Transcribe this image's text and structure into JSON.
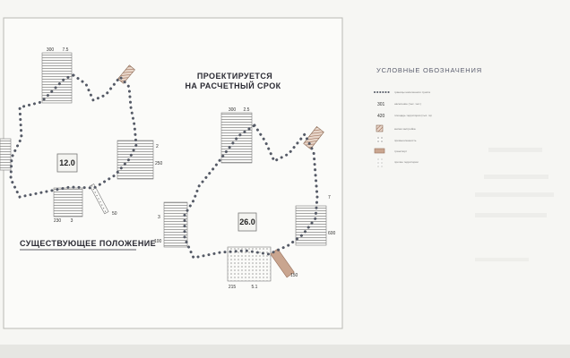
{
  "left_plan": {
    "caption": "СУЩЕСТВУЮЩЕЕ ПОЛОЖЕНИЕ",
    "value": "12.0",
    "dims": {
      "top_left": "300",
      "top_right": "7.5",
      "right_top": "2",
      "right_bottom": "250",
      "bottom_left": "230",
      "bottom_right": "3",
      "bottom_diag": "50"
    }
  },
  "right_plan": {
    "caption_line1": "ПРОЕКТИРУЕТСЯ",
    "caption_line2": "НА РАСЧЕТНЫЙ СРОК",
    "value": "26.0",
    "dims": {
      "top_left": "300",
      "top_right": "2.5",
      "left_top": "3",
      "left_bottom": "100",
      "right_top": "7",
      "right_bottom": "600",
      "bottom_left": "215",
      "bottom_right": "5.1",
      "bottom_diag": "150"
    }
  },
  "legend": {
    "title": "УСЛОВНЫЕ ОБОЗНАЧЕНИЯ",
    "items": [
      {
        "symbol": "dotted-line",
        "label": "границы населенного пункта"
      },
      {
        "symbol": "number",
        "value": "301",
        "label": "население (тыс. чел.)"
      },
      {
        "symbol": "number",
        "value": "420",
        "label": "площадь территории (тыс. га)"
      },
      {
        "symbol": "brown-hatch",
        "label": "жилая застройка"
      },
      {
        "symbol": "dots",
        "label": "промышленность"
      },
      {
        "symbol": "brown-solid",
        "label": "транспорт"
      },
      {
        "symbol": "dots-light",
        "label": "прочие территории"
      }
    ]
  },
  "colors": {
    "outline": "#555a66",
    "hatch_brown": "#a0705a",
    "panel": "#fbfbf9",
    "legend_text": "#5d6070"
  }
}
